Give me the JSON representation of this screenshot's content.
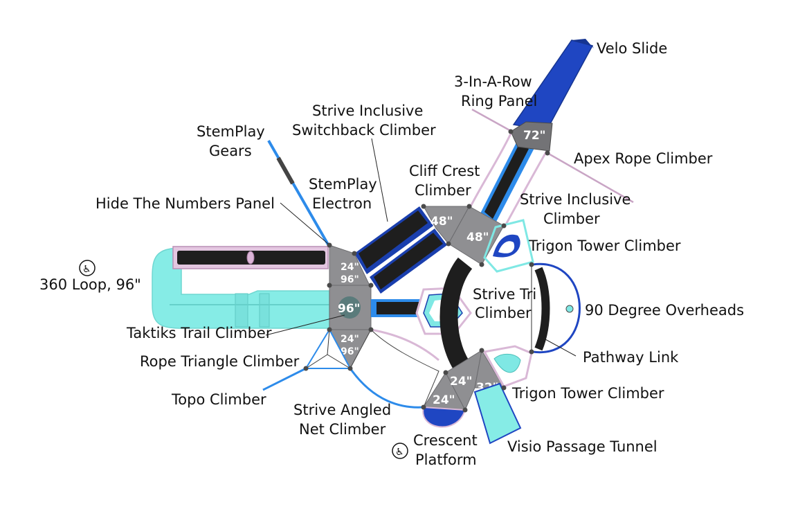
{
  "diagram": {
    "title": "Playground structure plan view",
    "colors": {
      "deck": "#8f8f92",
      "deck_line": "#6b6b6e",
      "royal_blue": "#1a3fae",
      "bright_blue": "#2d8bea",
      "aqua": "#7fe8e4",
      "pink": "#d9b8d6",
      "black": "#1e1e1e",
      "post": "#4a4a4a",
      "text": "#111111"
    },
    "platform_heights": [
      {
        "id": "p72",
        "label": "72\""
      },
      {
        "id": "p48a",
        "label": "48\""
      },
      {
        "id": "p48b",
        "label": "48\""
      },
      {
        "id": "p24_96_top_a",
        "label": "24\""
      },
      {
        "id": "p24_96_top_b",
        "label": "96\""
      },
      {
        "id": "p96",
        "label": "96\""
      },
      {
        "id": "p24_96_bot_a",
        "label": "24\""
      },
      {
        "id": "p24_96_bot_b",
        "label": "96\""
      },
      {
        "id": "p24a",
        "label": "24\""
      },
      {
        "id": "p32",
        "label": "32\""
      },
      {
        "id": "p24b",
        "label": "24\""
      }
    ],
    "callouts": [
      {
        "id": "velo-slide",
        "lines": [
          "Velo Slide"
        ]
      },
      {
        "id": "ring-panel",
        "lines": [
          "3-In-A-Row",
          "Ring Panel"
        ]
      },
      {
        "id": "switchback",
        "lines": [
          "Strive Inclusive",
          "Switchback Climber"
        ]
      },
      {
        "id": "gears",
        "lines": [
          "StemPlay",
          "Gears"
        ]
      },
      {
        "id": "apex",
        "lines": [
          "Apex Rope Climber"
        ]
      },
      {
        "id": "cliff-crest",
        "lines": [
          "Cliff Crest",
          "Climber"
        ]
      },
      {
        "id": "electron",
        "lines": [
          "StemPlay",
          "Electron"
        ]
      },
      {
        "id": "hide-numbers",
        "lines": [
          "Hide The Numbers Panel"
        ]
      },
      {
        "id": "strive-inclusive",
        "lines": [
          "Strive Inclusive",
          "Climber"
        ]
      },
      {
        "id": "trigon-top",
        "lines": [
          "Trigon Tower Climber"
        ]
      },
      {
        "id": "loop",
        "lines": [
          "360 Loop, 96\""
        ],
        "accessible": true
      },
      {
        "id": "strive-tri",
        "lines": [
          "Strive Tri",
          "Climber"
        ]
      },
      {
        "id": "overheads",
        "lines": [
          "90 Degree Overheads"
        ]
      },
      {
        "id": "taktiks",
        "lines": [
          "Taktiks Trail Climber"
        ]
      },
      {
        "id": "pathway",
        "lines": [
          "Pathway Link"
        ]
      },
      {
        "id": "rope-triangle",
        "lines": [
          "Rope Triangle Climber"
        ]
      },
      {
        "id": "trigon-bottom",
        "lines": [
          "Trigon Tower Climber"
        ]
      },
      {
        "id": "topo",
        "lines": [
          "Topo Climber"
        ]
      },
      {
        "id": "angled-net",
        "lines": [
          "Strive Angled",
          "Net Climber"
        ]
      },
      {
        "id": "crescent",
        "lines": [
          "Crescent",
          "Platform"
        ],
        "accessible": true
      },
      {
        "id": "visio",
        "lines": [
          "Visio Passage Tunnel"
        ]
      }
    ]
  }
}
